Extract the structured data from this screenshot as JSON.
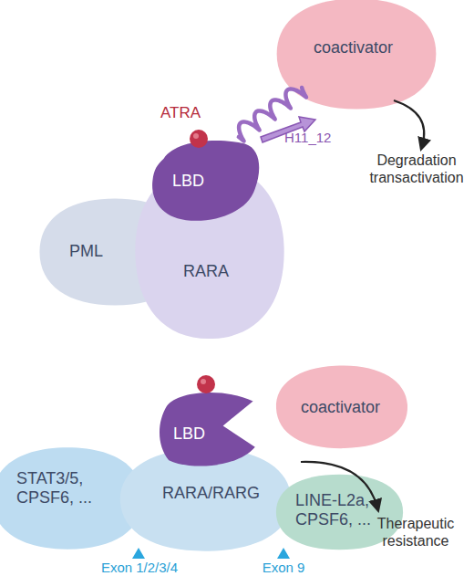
{
  "diagram": {
    "nodes": [
      {
        "text": [
          "PML"
        ]
      },
      {
        "text": [
          "RARA"
        ]
      },
      {
        "text": [
          "LBD"
        ]
      },
      {
        "text": [
          "coactivator"
        ]
      },
      {
        "text": [
          "coactivator"
        ]
      },
      {
        "text": [
          "STAT3/5, CPSF6, ..."
        ]
      },
      {
        "text": [
          "RARA/RARG"
        ]
      },
      {
        "text": [
          "LBD"
        ]
      },
      {
        "text": [
          "LINE-L2a, CPSF6, ..."
        ]
      }
    ],
    "labels": [
      "ATRA",
      "H11_12",
      "Degradation transactivation",
      "Therapeutic resistance",
      "Exon 1/2/3/4",
      "Exon 9"
    ]
  }
}
